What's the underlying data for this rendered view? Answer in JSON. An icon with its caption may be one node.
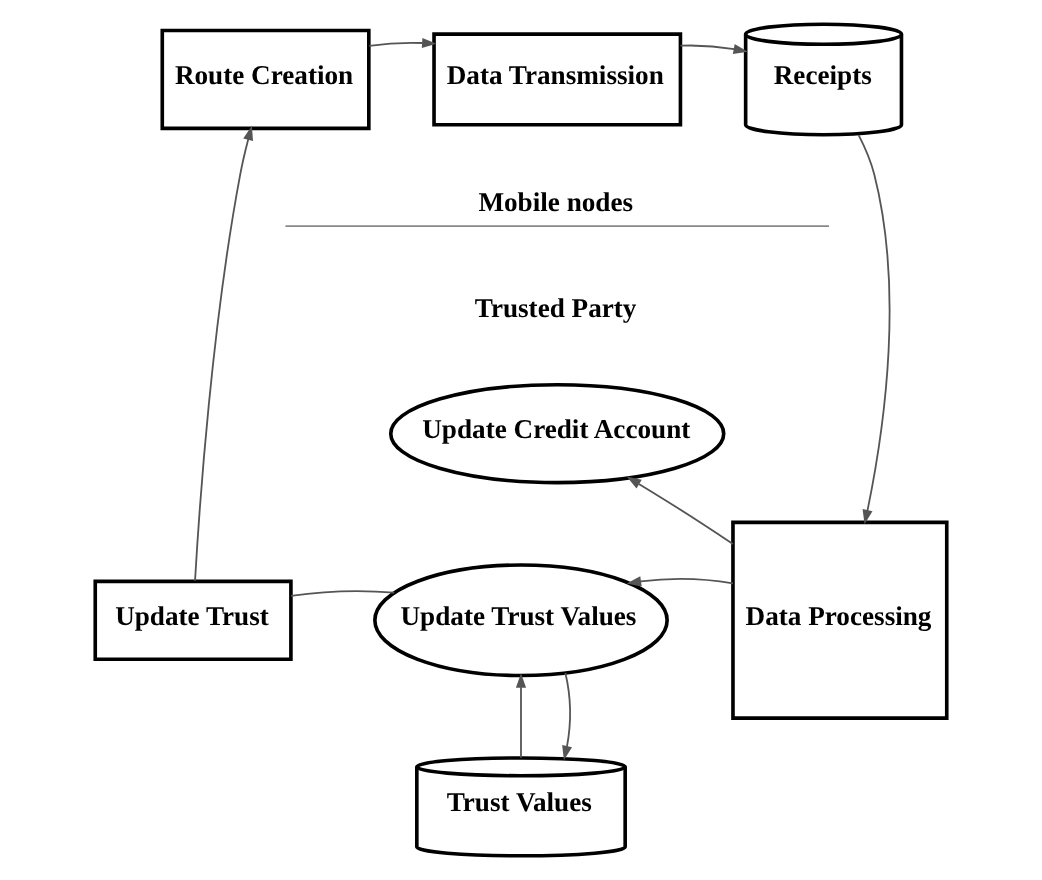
{
  "diagram": {
    "nodes": [
      {
        "text": [
          "Route Creation"
        ]
      },
      {
        "text": [
          "Data Transmission"
        ]
      },
      {
        "text": [
          "Receipts"
        ]
      },
      {
        "text": [
          "Update Credit Account"
        ]
      },
      {
        "text": [
          "Update Trust"
        ]
      },
      {
        "text": [
          "Update Trust Values"
        ]
      },
      {
        "text": [
          "Data Processing"
        ]
      },
      {
        "text": [
          "Trust Values"
        ]
      }
    ],
    "edges": [
      {
        "from": 0,
        "to": 1,
        "arrow": "to"
      },
      {
        "from": 1,
        "to": 2,
        "arrow": "to"
      },
      {
        "from": 2,
        "to": 6,
        "arrow": "to"
      },
      {
        "from": 6,
        "to": 3,
        "arrow": "to"
      },
      {
        "from": 6,
        "to": 5,
        "arrow": "to"
      },
      {
        "from": 7,
        "to": 5,
        "arrow": "to"
      },
      {
        "from": 5,
        "to": 7,
        "arrow": "to"
      },
      {
        "from": 5,
        "to": 4,
        "arrow": "none"
      },
      {
        "from": 4,
        "to": 0,
        "arrow": "to"
      }
    ],
    "labels": [
      "Mobile nodes",
      "Trusted Party"
    ]
  }
}
